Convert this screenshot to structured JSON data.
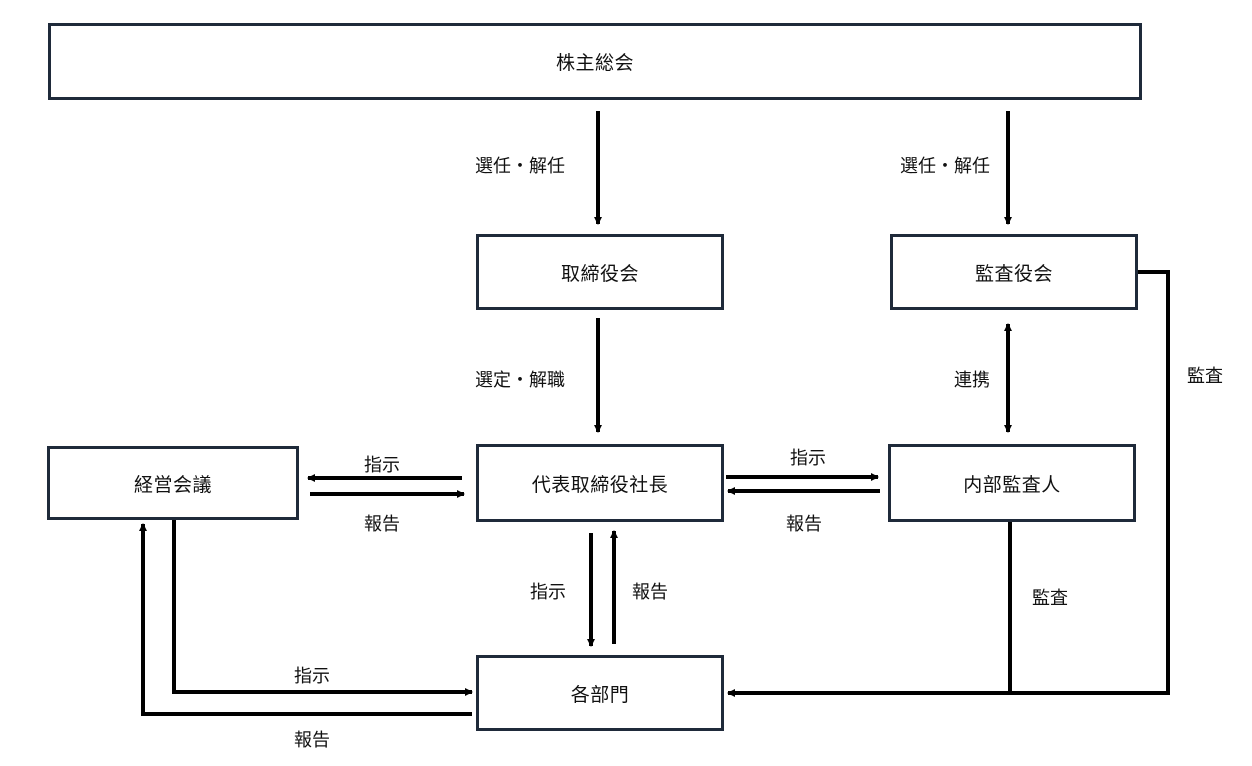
{
  "nodes": {
    "shareholders": "株主総会",
    "board": "取締役会",
    "auditors": "監査役会",
    "president": "代表取締役社長",
    "management_meeting": "経営会議",
    "internal_audit": "内部監査人",
    "departments": "各部門"
  },
  "edges": {
    "appoint_board": "選任・解任",
    "appoint_auditors": "選任・解任",
    "select_president": "選定・解職",
    "cooperation": "連携",
    "audit_auditors": "監査",
    "audit_internal": "監査",
    "pres_to_mgmt_instruct": "指示",
    "mgmt_to_pres_report": "報告",
    "pres_to_internal_instruct": "指示",
    "internal_to_pres_report": "報告",
    "pres_to_dept_instruct": "指示",
    "dept_to_pres_report": "報告",
    "mgmt_to_dept_instruct": "指示",
    "dept_to_mgmt_report": "報告"
  }
}
